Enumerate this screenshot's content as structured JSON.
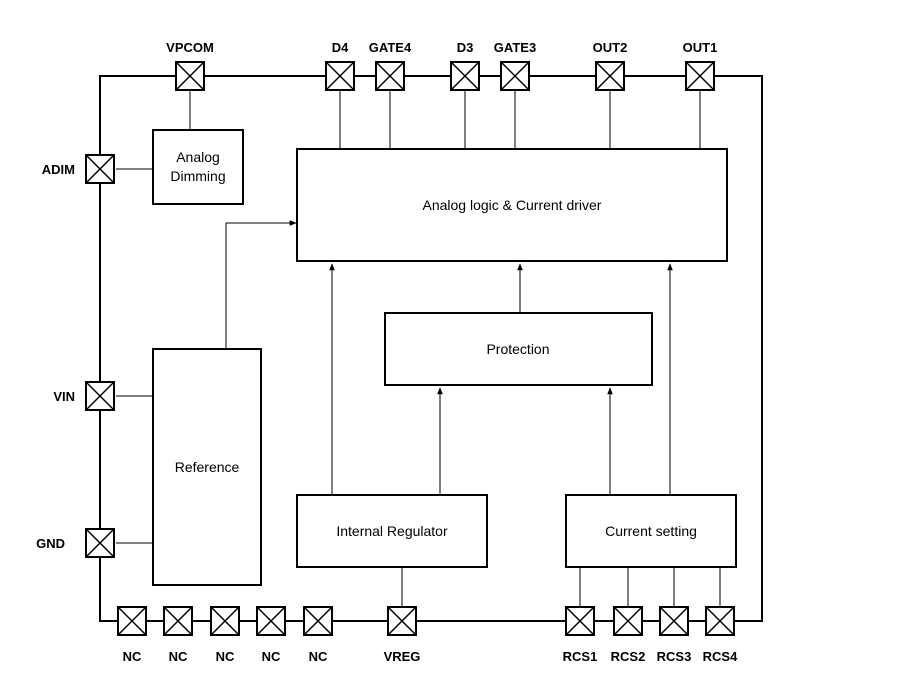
{
  "pins": {
    "vpcom": "VPCOM",
    "d4": "D4",
    "gate4": "GATE4",
    "d3": "D3",
    "gate3": "GATE3",
    "out2": "OUT2",
    "out1": "OUT1",
    "adim": "ADIM",
    "vin": "VIN",
    "gnd": "GND",
    "nc1": "NC",
    "nc2": "NC",
    "nc3": "NC",
    "nc4": "NC",
    "nc5": "NC",
    "vreg": "VREG",
    "rcs1": "RCS1",
    "rcs2": "RCS2",
    "rcs3": "RCS3",
    "rcs4": "RCS4"
  },
  "blocks": {
    "analog_dimming_line1": "Analog",
    "analog_dimming_line2": "Dimming",
    "analog_logic": "Analog logic & Current driver",
    "protection": "Protection",
    "reference": "Reference",
    "internal_regulator": "Internal Regulator",
    "current_setting": "Current setting"
  }
}
